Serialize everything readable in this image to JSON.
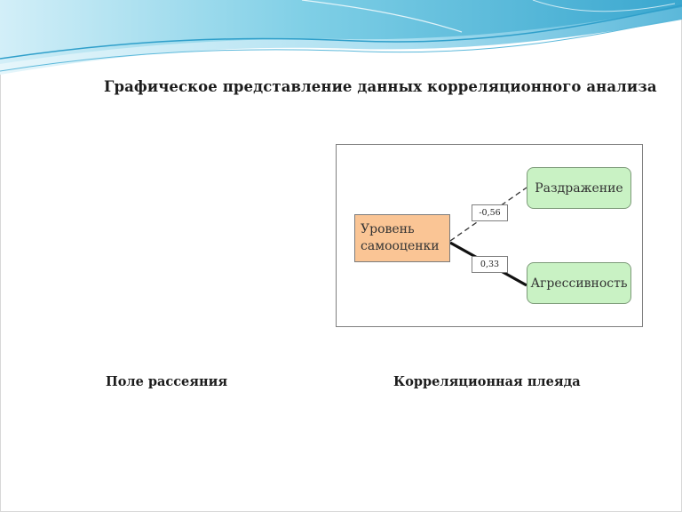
{
  "slide": {
    "title": "Графическое представление данных корреляционного анализа",
    "colors": {
      "wave_light": "#c7eaf5",
      "wave_mid": "#82d0e6",
      "wave_dark": "#3aa7cf",
      "node_source_fill": "#fac595",
      "node_target_fill": "#c9f2c4"
    }
  },
  "diagram": {
    "source_node": {
      "line1": "Уровень",
      "line2": "самооценки"
    },
    "target_nodes": [
      {
        "label": "Раздражение"
      },
      {
        "label": "Агрессивность"
      }
    ],
    "links": [
      {
        "coefficient": "-0,56",
        "style": "dashed",
        "target": "Раздражение"
      },
      {
        "coefficient": "0,33",
        "style": "solid-bold",
        "target": "Агрессивность"
      }
    ]
  },
  "captions": {
    "left": "Поле рассеяния",
    "right": "Корреляционная плеяда"
  }
}
